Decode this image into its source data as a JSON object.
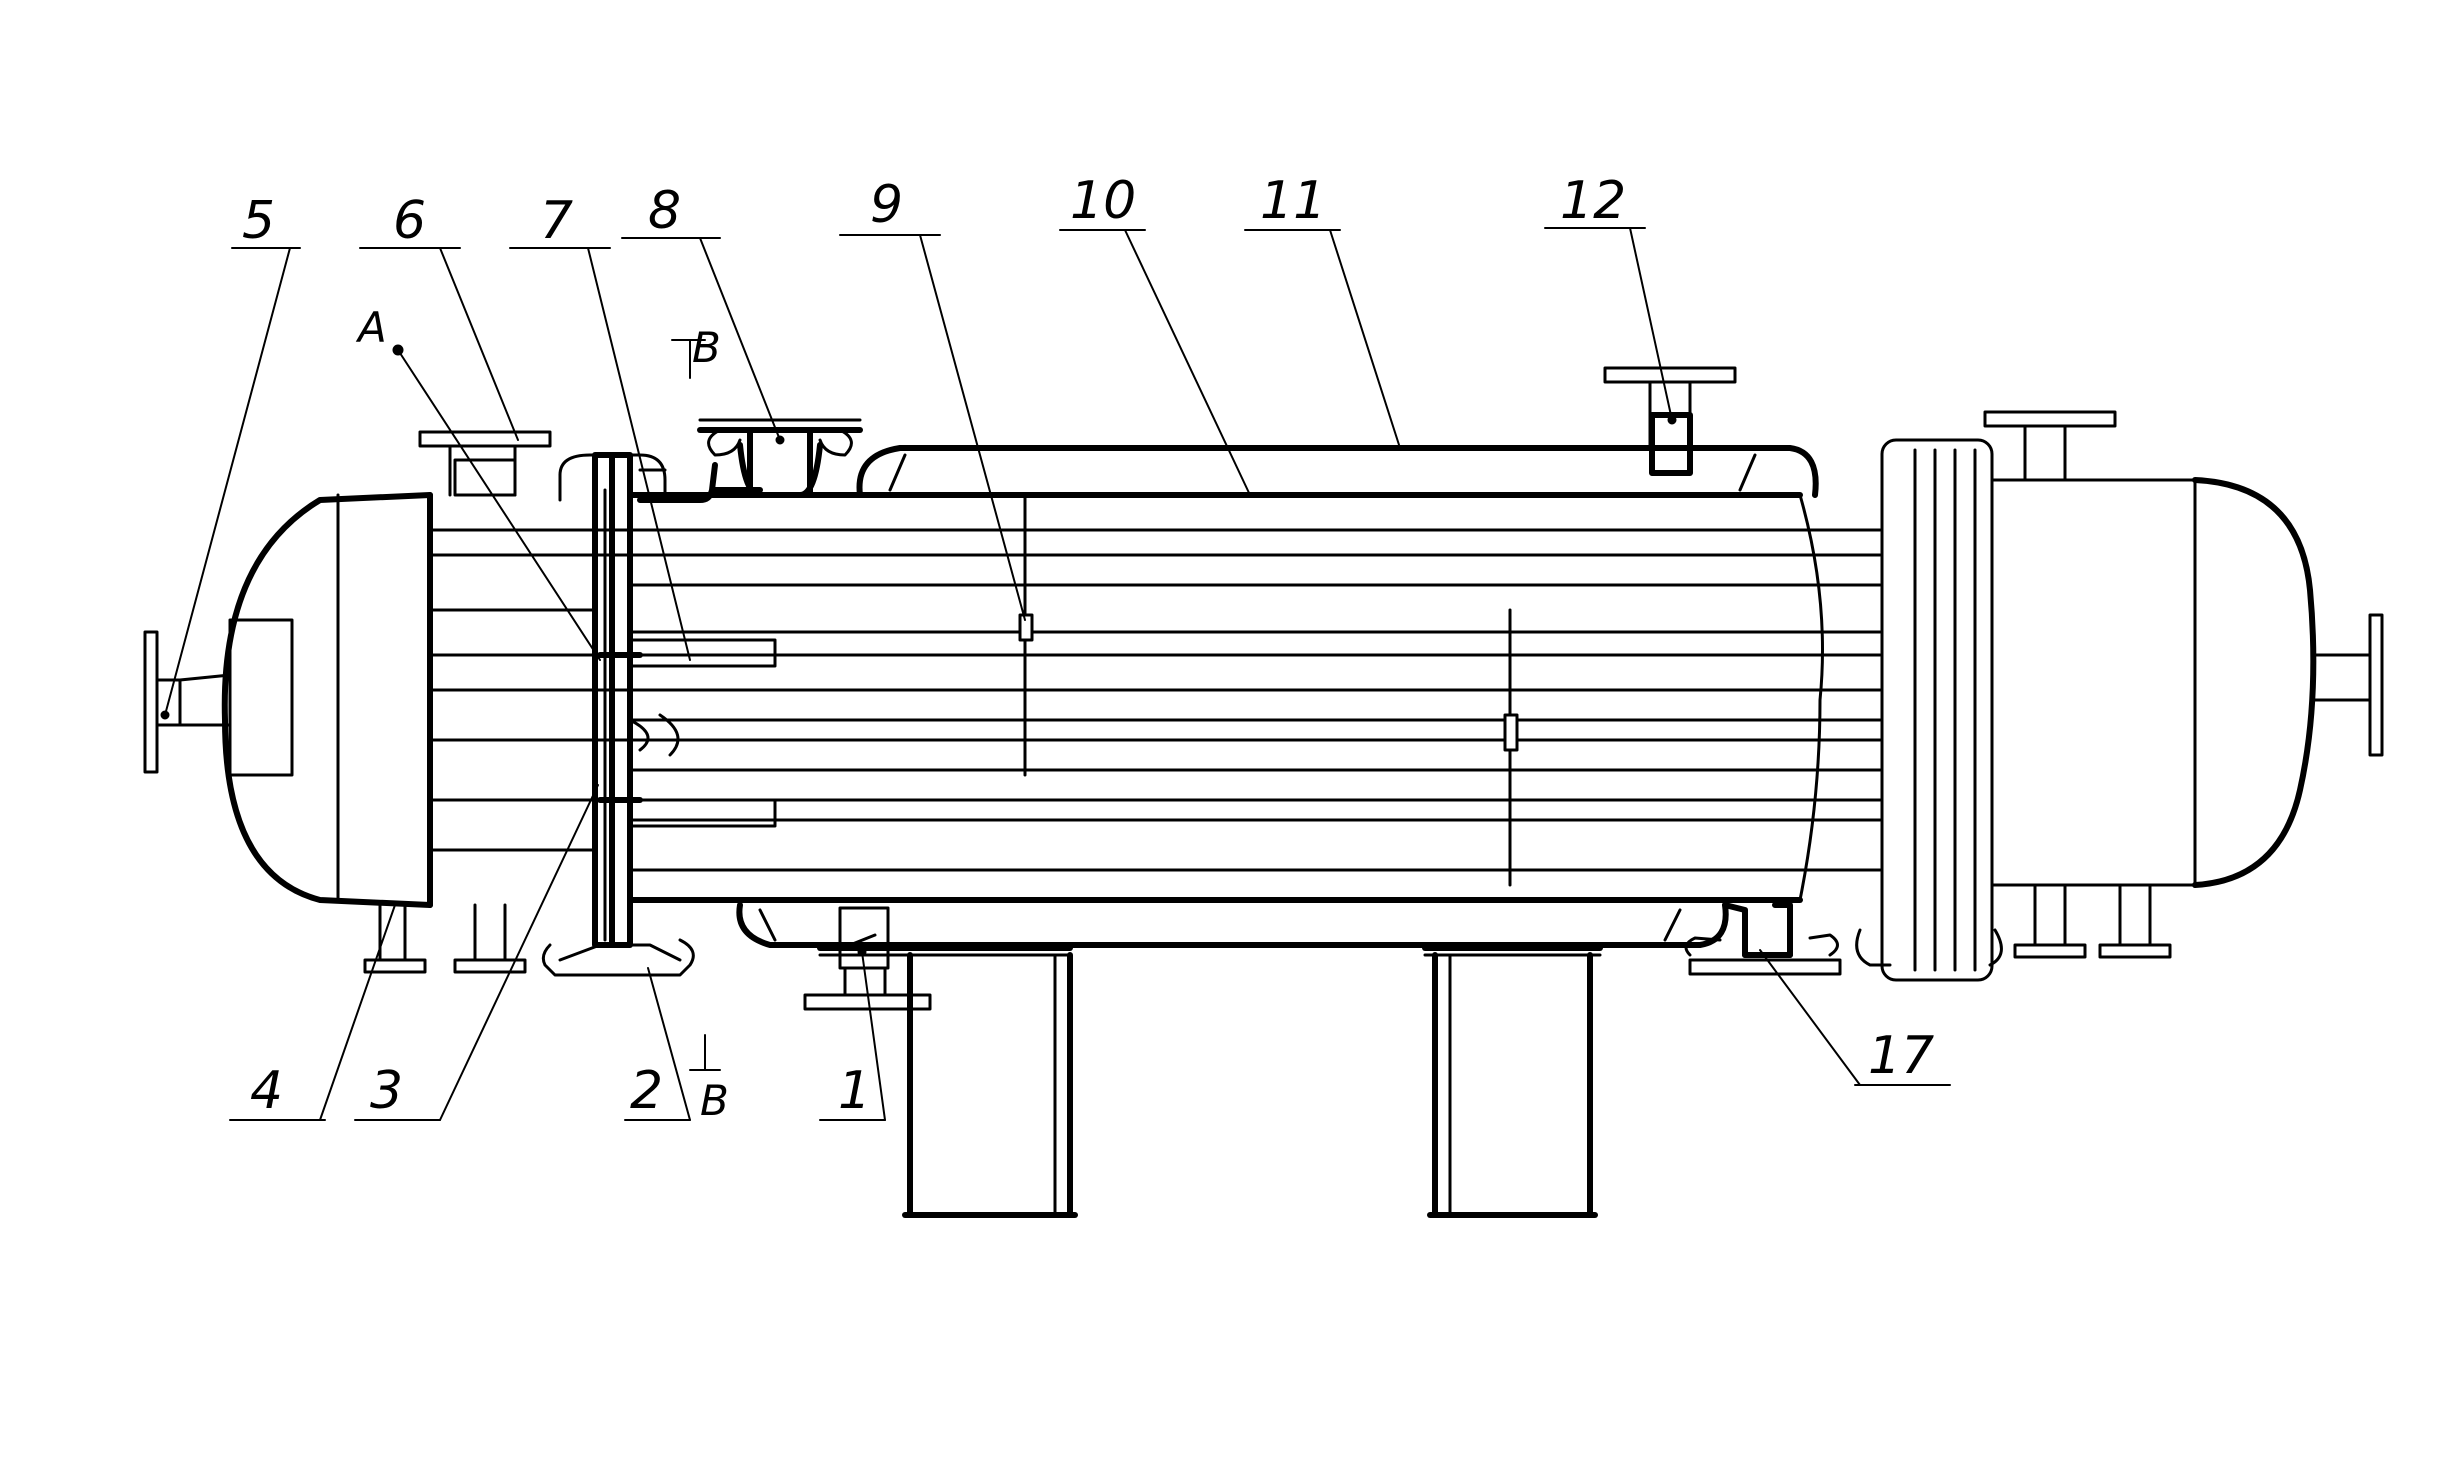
{
  "callouts": [
    "5",
    "6",
    "7",
    "8",
    "9",
    "10",
    "11",
    "12",
    "A",
    "B",
    "4",
    "3",
    "2",
    "B",
    "1",
    "17"
  ],
  "colors": {
    "ink": "#000000",
    "paper": "#ffffff"
  }
}
